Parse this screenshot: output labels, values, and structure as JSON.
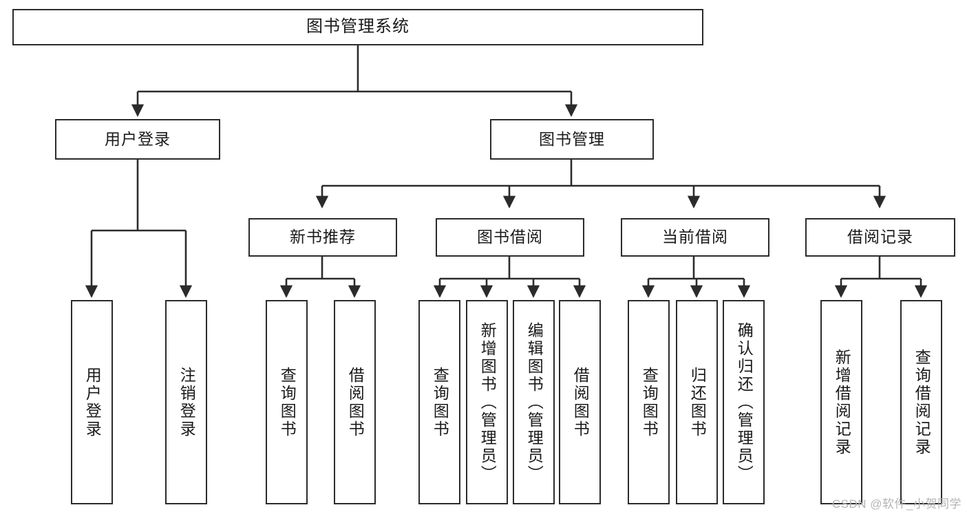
{
  "diagram": {
    "title": "图书管理系统",
    "watermark": "CSDN @软件_小贺同学",
    "root": {
      "id": "root",
      "label": "图书管理系统"
    },
    "level2": [
      {
        "id": "user-login",
        "label": "用户登录"
      },
      {
        "id": "book-manage",
        "label": "图书管理"
      }
    ],
    "level3": [
      {
        "id": "new-book-recommend",
        "label": "新书推荐"
      },
      {
        "id": "book-borrow",
        "label": "图书借阅"
      },
      {
        "id": "current-borrow",
        "label": "当前借阅"
      },
      {
        "id": "borrow-record",
        "label": "借阅记录"
      }
    ],
    "leaves": {
      "user_login": [
        {
          "id": "leaf-user-login",
          "label": "用户登录"
        },
        {
          "id": "leaf-logout",
          "label": "注销登录"
        }
      ],
      "new_book_recommend": [
        {
          "id": "leaf-query-book-1",
          "label": "查询图书"
        },
        {
          "id": "leaf-borrow-book-1",
          "label": "借阅图书"
        }
      ],
      "book_borrow": [
        {
          "id": "leaf-query-book-2",
          "label": "查询图书"
        },
        {
          "id": "leaf-add-book",
          "label": "新增图书（管理员）"
        },
        {
          "id": "leaf-edit-book",
          "label": "编辑图书（管理员）"
        },
        {
          "id": "leaf-borrow-book-2",
          "label": "借阅图书"
        }
      ],
      "current_borrow": [
        {
          "id": "leaf-query-book-3",
          "label": "查询图书"
        },
        {
          "id": "leaf-return-book",
          "label": "归还图书"
        },
        {
          "id": "leaf-confirm-return",
          "label": "确认归还（管理员）"
        }
      ],
      "borrow_record": [
        {
          "id": "leaf-add-record",
          "label": "新增借阅记录"
        },
        {
          "id": "leaf-query-record",
          "label": "查询借阅记录"
        }
      ]
    },
    "colors": {
      "stroke": "#2b2b2b",
      "fill": "#ffffff",
      "text": "#1a1a1a",
      "watermark": "#b4b4b4"
    }
  }
}
